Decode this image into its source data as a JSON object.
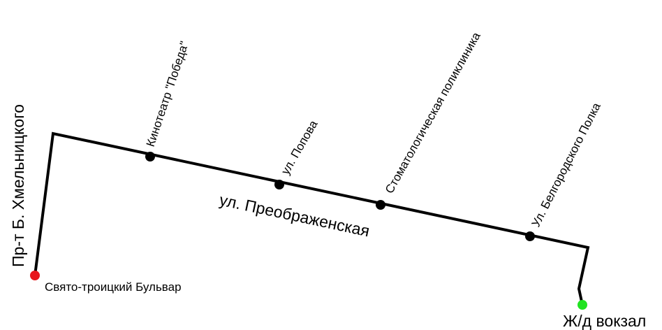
{
  "map": {
    "colors": {
      "route": "#000000",
      "stop": "#000000",
      "start_terminal": "#e8151b",
      "end_terminal": "#21e321",
      "background": "#ffffff"
    },
    "streets": {
      "left_avenue": "Пр-т Б. Хмельницкого",
      "main_street": "ул. Преображенская"
    },
    "stops": [
      {
        "name": "Кинотеатр \"Победа\""
      },
      {
        "name": "ул. Попова"
      },
      {
        "name": "Стоматологическая поликлиника"
      },
      {
        "name": "Ул. Белгородского Полка"
      }
    ],
    "terminals": {
      "start": {
        "name": "Свято-троицкий Бульвар"
      },
      "end": {
        "name": "Ж/д вокзал"
      }
    }
  }
}
